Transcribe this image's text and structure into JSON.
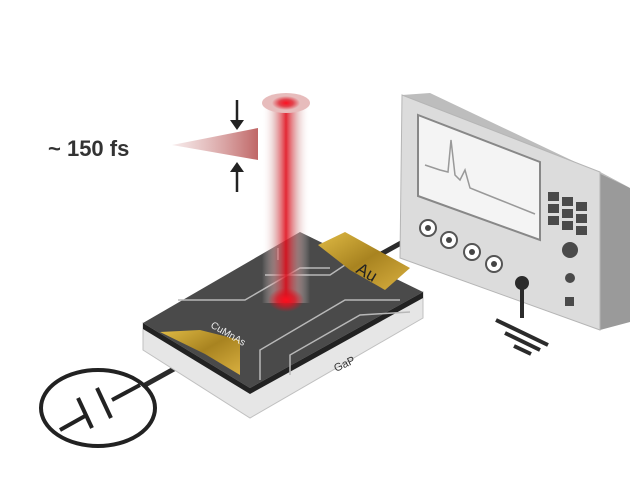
{
  "pulse_label": "~ 150 fs",
  "labels": {
    "electrode": "Au",
    "film": "CuMnAs",
    "substrate": "GaP"
  },
  "colors": {
    "laser": "#e0101e",
    "gold": "#c9a230",
    "film": "#4a4a4a",
    "substrate": "#e6e6e6",
    "instrument": "#d9d9d9",
    "wire": "#2b2b2b"
  }
}
